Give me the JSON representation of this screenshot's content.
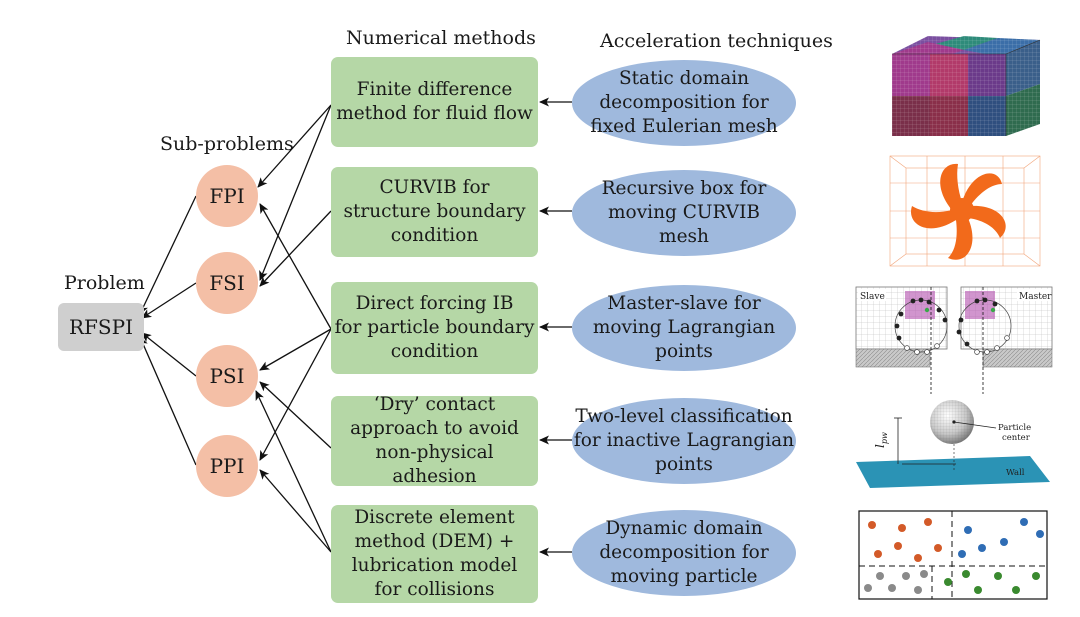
{
  "headers": {
    "problem": "Problem",
    "subproblems": "Sub-problems",
    "numerical": "Numerical methods",
    "acceleration": "Acceleration techniques"
  },
  "problem": {
    "label": "RFSPI"
  },
  "subproblems": [
    {
      "label": "FPI"
    },
    {
      "label": "FSI"
    },
    {
      "label": "PSI"
    },
    {
      "label": "PPI"
    }
  ],
  "methods": [
    {
      "label": "Finite difference\nmethod for fluid flow"
    },
    {
      "label": "CURVIB for\nstructure boundary\ncondition"
    },
    {
      "label": "Direct forcing IB\nfor particle boundary\ncondition"
    },
    {
      "label": "‘Dry’ contact\napproach to avoid\nnon-physical adhesion"
    },
    {
      "label": "Discrete element\nmethod (DEM) +\nlubrication model\nfor collisions"
    }
  ],
  "techniques": [
    {
      "label": "Static domain\ndecomposition for\nfixed Eulerian mesh"
    },
    {
      "label": "Recursive box for\nmoving CURVIB\nmesh"
    },
    {
      "label": "Master-slave for\nmoving Lagrangian\npoints"
    },
    {
      "label": "Two-level classification\nfor inactive Lagrangian\npoints"
    },
    {
      "label": "Dynamic domain\ndecomposition for\nmoving particle"
    }
  ],
  "illustrations": {
    "master_slave": {
      "slave": "Slave",
      "master": "Master"
    },
    "contact": {
      "distance": "l",
      "distance_sub": "pw",
      "particle": "Particle",
      "center": "center",
      "wall": "Wall"
    }
  },
  "colors": {
    "problem_box": "#cfcfcf",
    "subproblem_circle": "#f4bfa6",
    "method_box": "#b5d7a6",
    "technique_oval": "#9fb9dd",
    "mesh_block_colors": [
      "#6b3a8a",
      "#b0368a",
      "#2f4f7f",
      "#2f6b4f",
      "#8a2f2f"
    ],
    "rotor": "#f26a1b",
    "wall": "#2b93b5",
    "particle_colors": [
      "#d35a28",
      "#2f6db5",
      "#8a8a8a",
      "#3a8a2f"
    ]
  }
}
